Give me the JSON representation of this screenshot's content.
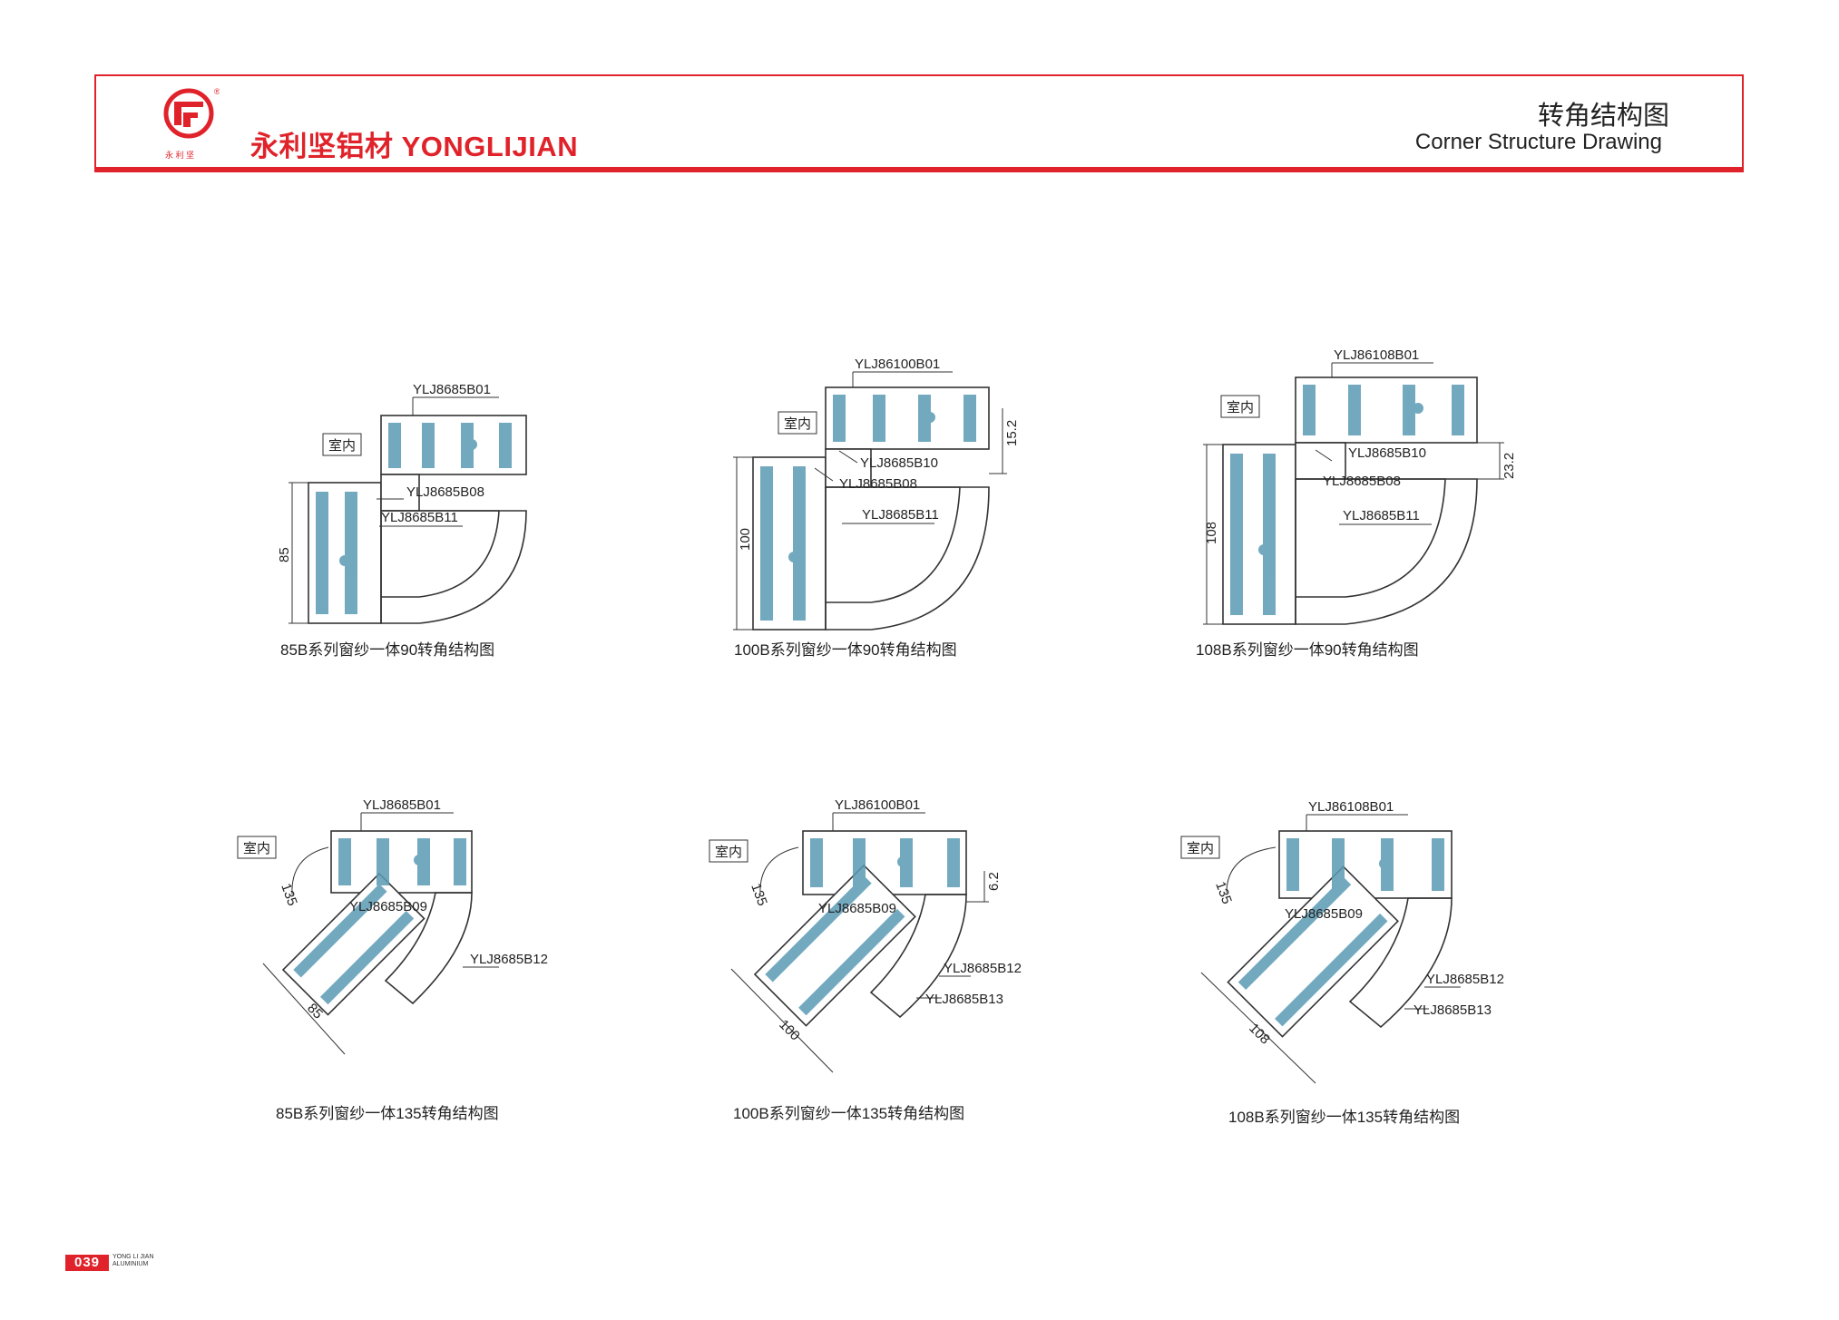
{
  "header": {
    "brand": "永利坚铝材 YONGLIJIAN",
    "logo_text": "永 利 坚",
    "registered": "®",
    "title_cn": "转角结构图",
    "title_en": "Corner Structure Drawing"
  },
  "colors": {
    "accent": "#e0222a",
    "profile": "#5b9bb5",
    "line": "#333333"
  },
  "drawings": [
    {
      "caption": "85B系列窗纱一体90转角结构图",
      "indoor": "室内",
      "dimension": "85",
      "parts": [
        "YLJ8685B01",
        "YLJ8685B08",
        "YLJ8685B11"
      ]
    },
    {
      "caption": "100B系列窗纱一体90转角结构图",
      "indoor": "室内",
      "dimension": "100",
      "offset": "15.2",
      "parts": [
        "YLJ86100B01",
        "YLJ8685B10",
        "YLJ8685B08",
        "YLJ8685B11"
      ]
    },
    {
      "caption": "108B系列窗纱一体90转角结构图",
      "indoor": "室内",
      "dimension": "108",
      "offset": "23.2",
      "parts": [
        "YLJ86108B01",
        "YLJ8685B10",
        "YLJ8685B08",
        "YLJ8685B11"
      ]
    },
    {
      "caption": "85B系列窗纱一体135转角结构图",
      "indoor": "室内",
      "dimension": "85",
      "angle": "135",
      "parts": [
        "YLJ8685B01",
        "YLJ8685B09",
        "YLJ8685B12"
      ]
    },
    {
      "caption": "100B系列窗纱一体135转角结构图",
      "indoor": "室内",
      "dimension": "100",
      "angle": "135",
      "offset": "6.2",
      "parts": [
        "YLJ86100B01",
        "YLJ8685B09",
        "YLJ8685B12",
        "YLJ8685B13"
      ]
    },
    {
      "caption": "108B系列窗纱一体135转角结构图",
      "indoor": "室内",
      "dimension": "108",
      "angle": "135",
      "parts": [
        "YLJ86108B01",
        "YLJ8685B09",
        "YLJ8685B12",
        "YLJ8685B13"
      ]
    }
  ],
  "footer": {
    "page": "039",
    "brand_line1": "YONG LI JIAN",
    "brand_line2": "ALUMINIUM"
  }
}
